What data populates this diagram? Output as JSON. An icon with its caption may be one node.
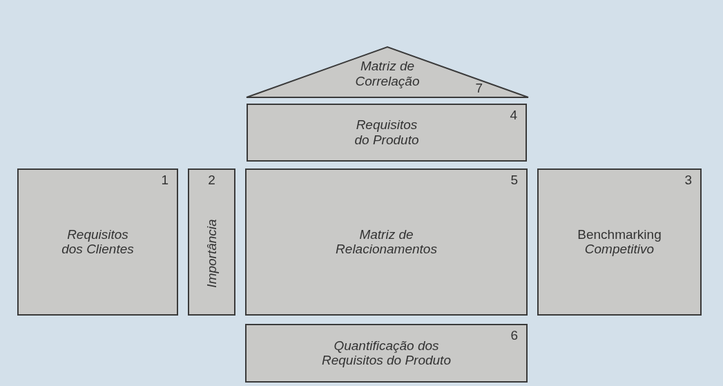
{
  "diagram": {
    "nodes": [
      {
        "text": [
          "Matriz de Correlação",
          "7"
        ]
      },
      {
        "text": [
          "Requisitos do Produto",
          "4"
        ]
      },
      {
        "text": [
          "Requisitos dos Clientes",
          "1"
        ]
      },
      {
        "text": [
          "Importância",
          "2"
        ]
      },
      {
        "text": [
          "Matriz de Relacionamentos",
          "5"
        ]
      },
      {
        "text": [
          "Benchmarking *Competitivo*",
          "3"
        ]
      },
      {
        "text": [
          "Quantificação dos Requisitos do Produto",
          "6"
        ]
      }
    ]
  }
}
